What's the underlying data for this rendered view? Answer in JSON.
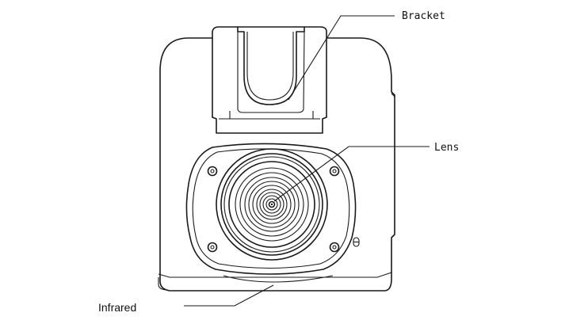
{
  "labels": {
    "bracket": "Bracket",
    "lens": "Lens",
    "infrared": "Infrared"
  }
}
